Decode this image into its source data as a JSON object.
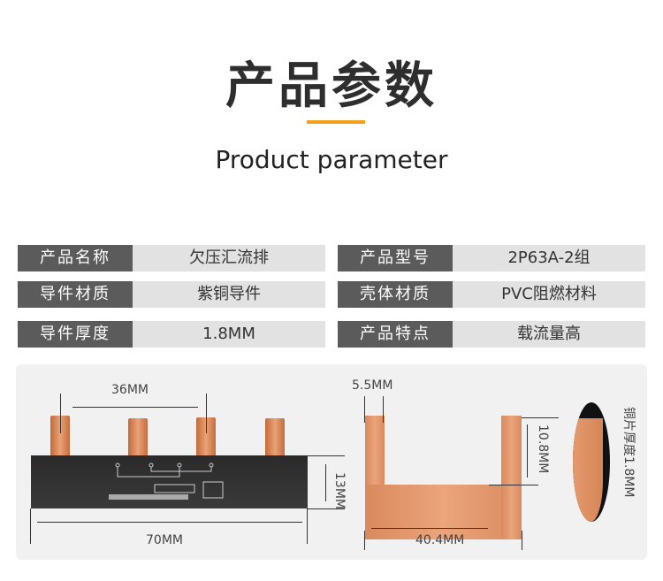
{
  "header": {
    "title": "产品参数",
    "subtitle": "Product parameter"
  },
  "specs": [
    {
      "label": "产品名称",
      "value": "欠压汇流排"
    },
    {
      "label": "产品型号",
      "value": "2P63A-2组"
    },
    {
      "label": "导件材质",
      "value": "紫铜导件"
    },
    {
      "label": "壳体材质",
      "value": "PVC阻燃材料"
    },
    {
      "label": "导件厚度",
      "value": "1.8MM"
    },
    {
      "label": "产品特点",
      "value": "载流量高"
    }
  ],
  "dimensions": {
    "pitch": "36MM",
    "height": "13MM",
    "length": "70MM",
    "pin_width": "5.5MM",
    "pin_height": "10.8MM",
    "width": "40.4MM",
    "thickness": "铜片厚度1.8MM"
  },
  "colors": {
    "accent": "#f0a01c",
    "label_bg": "#5b5b5b",
    "value_bg": "#e2e2e2"
  }
}
